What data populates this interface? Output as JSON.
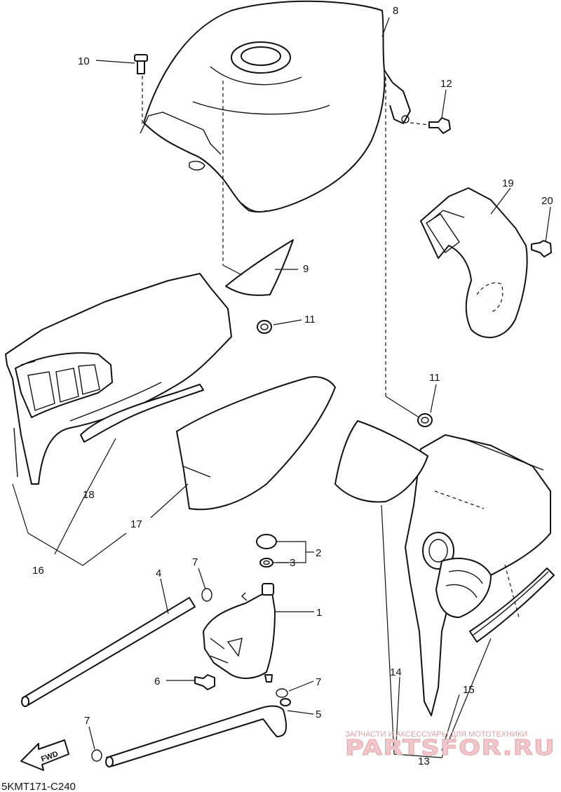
{
  "labels": {
    "l1": "1",
    "l2": "2",
    "l3": "3",
    "l4": "4",
    "l5": "5",
    "l6": "6",
    "l7a": "7",
    "l7b": "7",
    "l7c": "7",
    "l8": "8",
    "l9": "9",
    "l10": "10",
    "l11a": "11",
    "l11b": "11",
    "l12": "12",
    "l13": "13",
    "l14": "14",
    "l15": "15",
    "l16": "16",
    "l17": "17",
    "l18": "18",
    "l19": "19",
    "l20": "20"
  },
  "fwd_label": "FWD",
  "diagram_code": "5KMT171-C240",
  "watermark": {
    "tagline": "ЗАПЧАСТИ И АКСЕССУАРЫ ДЛЯ МОТОТЕХНИКИ",
    "brand": "PARTSFOR.RU"
  },
  "colors": {
    "line": "#111111",
    "watermark": "#e3a7ad"
  }
}
